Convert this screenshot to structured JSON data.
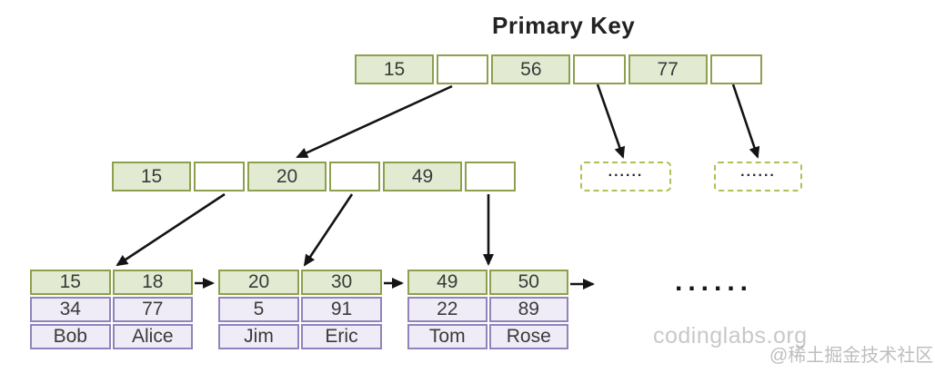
{
  "title": "Primary Key",
  "colors": {
    "node_border_green": "#8da04e",
    "node_fill_green": "#e2ebd2",
    "leaf_border_purple": "#9184ba",
    "leaf_fill_purple": "#efecf7",
    "dashed_border_green": "#aec155",
    "arrow_black": "#141414",
    "text_dark": "#3a3a3a",
    "watermark_gray": "#c6c6c6"
  },
  "tree": {
    "root": {
      "keys": [
        "15",
        "56",
        "77"
      ]
    },
    "internal": {
      "keys": [
        "15",
        "20",
        "49"
      ]
    },
    "dashed_nodes": [
      {
        "label": "......"
      },
      {
        "label": "......"
      }
    ],
    "leaves": [
      {
        "keys": [
          "15",
          "18"
        ],
        "values": [
          "34",
          "77"
        ],
        "names": [
          "Bob",
          "Alice"
        ]
      },
      {
        "keys": [
          "20",
          "30"
        ],
        "values": [
          "5",
          "91"
        ],
        "names": [
          "Jim",
          "Eric"
        ]
      },
      {
        "keys": [
          "49",
          "50"
        ],
        "values": [
          "22",
          "89"
        ],
        "names": [
          "Tom",
          "Rose"
        ]
      }
    ],
    "ellipsis": "......"
  },
  "watermarks": {
    "site": "codinglabs.org",
    "community": "@稀土掘金技术社区"
  }
}
